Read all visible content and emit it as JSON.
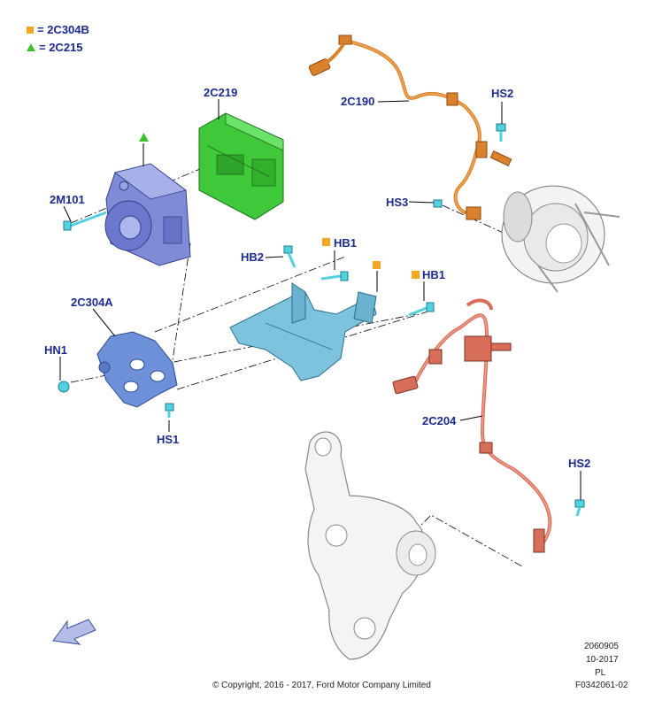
{
  "legend": [
    {
      "symbol": "square",
      "color": "#f5a623",
      "text": "= 2C304B"
    },
    {
      "symbol": "triangle",
      "color": "#3ec12e",
      "text": "= 2C215"
    }
  ],
  "labels": {
    "c2c219": "2C219",
    "c2m101": "2M101",
    "c2c190": "2C190",
    "hs2_top": "HS2",
    "hs3": "HS3",
    "hb2": "HB2",
    "hb1_a": "HB1",
    "hb1_b": "HB1",
    "c2c304a": "2C304A",
    "hn1": "HN1",
    "hs1": "HS1",
    "c2c204": "2C204",
    "hs2_bottom": "HS2"
  },
  "footer": {
    "copyright": "© Copyright, 2016 - 2017, Ford Motor Company Limited",
    "code1": "2060905",
    "date": "10-2017",
    "region": "PL",
    "figure": "F0342061-02"
  },
  "colors": {
    "label": "#1c2b8c",
    "abs_unit": "#7f8bd6",
    "control_module": "#3fc93a",
    "bracket": "#7ec3de",
    "mount_bracket": "#6d90d8",
    "front_sensor_harness": "#d9822b",
    "rear_sensor_harness": "#d66e5a",
    "bolt": "#52d1e0"
  }
}
